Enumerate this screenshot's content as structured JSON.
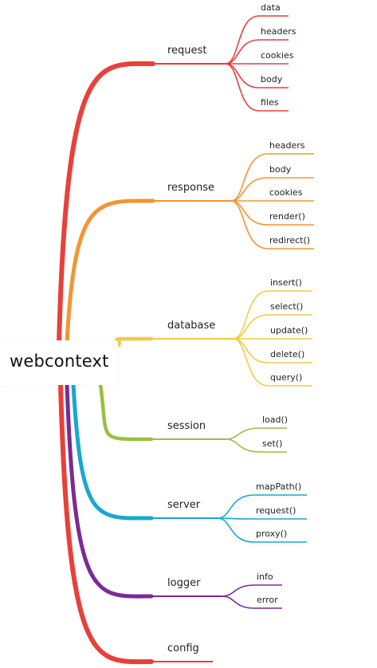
{
  "root": {
    "label": "webcontext"
  },
  "branches": [
    {
      "label": "request",
      "color": "#e8403a",
      "children": [
        "data",
        "headers",
        "cookies",
        "body",
        "files"
      ]
    },
    {
      "label": "response",
      "color": "#f29533",
      "children": [
        "headers",
        "body",
        "cookies",
        "render()",
        "redirect()"
      ]
    },
    {
      "label": "database",
      "color": "#f6c945",
      "children": [
        "insert()",
        "select()",
        "update()",
        "delete()",
        "query()"
      ]
    },
    {
      "label": "session",
      "color": "#9bbf3f",
      "children": [
        "load()",
        "set()"
      ]
    },
    {
      "label": "server",
      "color": "#18a8d0",
      "children": [
        "mapPath()",
        "request()",
        "proxy()"
      ]
    },
    {
      "label": "logger",
      "color": "#7a2b94",
      "children": [
        "info",
        "error"
      ]
    },
    {
      "label": "config",
      "color": "#e8403a",
      "children": []
    }
  ]
}
